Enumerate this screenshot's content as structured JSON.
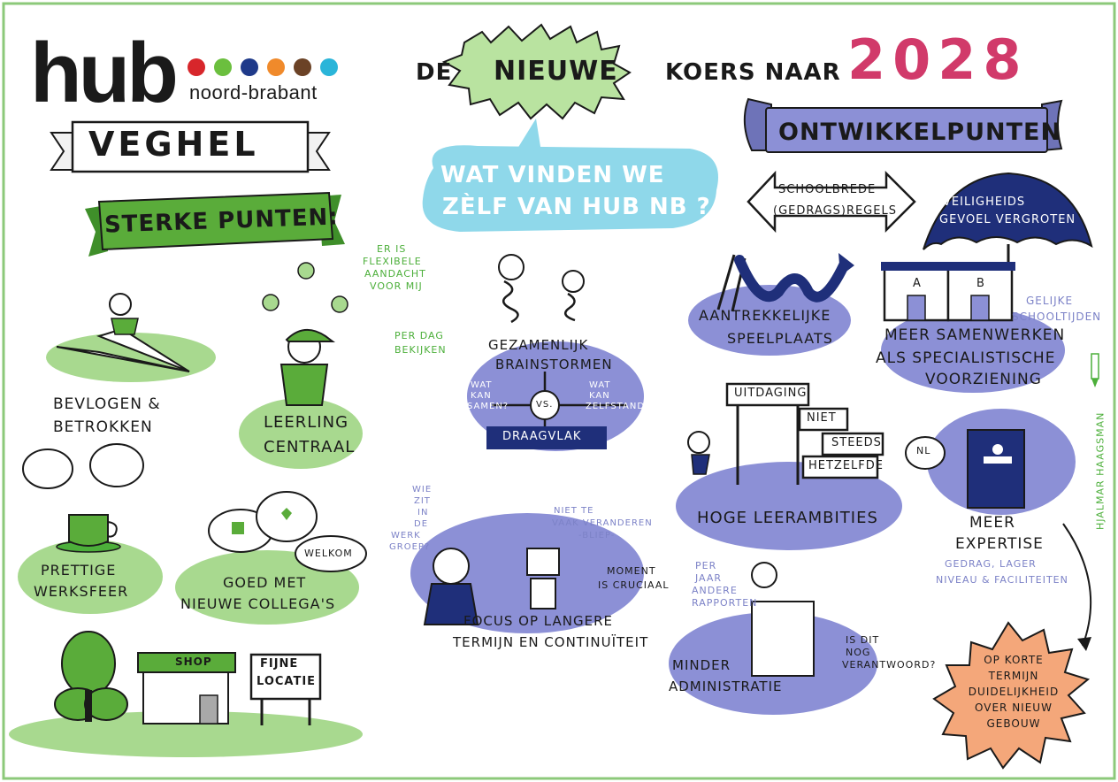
{
  "colors": {
    "frame_green": "#8cc97a",
    "accent_green": "#5aac3a",
    "purple_blob": "#8c90d6",
    "navy": "#1f2f7a",
    "light_blue": "#8fd8ea",
    "pink": "#d13a6a",
    "orange_star": "#f4a77a",
    "light_green_blob": "#a8d98f",
    "logo_dots": [
      "#d7262b",
      "#6bbf3e",
      "#1f3a8a",
      "#f08a2b",
      "#6b4226",
      "#2ab5d9"
    ]
  },
  "logo": {
    "word": "hub",
    "subtitle": "noord-brabant"
  },
  "header": {
    "de": "DE",
    "nieuwe": "NIEUWE",
    "koers_naar": "KOERS NAAR",
    "year": "2028"
  },
  "location_banner": "VEGHEL",
  "sterke_punten": {
    "title": "STERKE PUNTEN:",
    "items": {
      "bevlogen": [
        "BEVLOGEN &",
        "BETROKKEN"
      ],
      "flexibele": [
        "ER IS",
        "FLEXIBELE",
        "AANDACHT",
        "VOOR MIJ"
      ],
      "per_dag": [
        "PER DAG",
        "BEKIJKEN"
      ],
      "leerling": [
        "LEERLING",
        "CENTRAAL"
      ],
      "prettige": [
        "PRETTIGE",
        "WERKSFEER"
      ],
      "goed_met": [
        "GOED MET",
        "NIEUWE COLLEGA'S"
      ],
      "welkom": "WELKOM",
      "shop": "SHOP",
      "fijne_locatie": [
        "FIJNE",
        "LOCATIE"
      ]
    }
  },
  "center": {
    "question": [
      "WAT VINDEN WE",
      "ZÈLF VAN HUB NB ?"
    ],
    "brainstorm": [
      "GEZAMENLIJK",
      "BRAINSTORMEN"
    ],
    "wat_kan_samen": [
      "WAT",
      "KAN",
      "SAMEN?"
    ],
    "vs": "VS.",
    "wat_kan_zelfstandig": [
      "WAT",
      "KAN",
      "ZELFSTANDIG?"
    ],
    "draagvlak": "DRAAGVLAK",
    "wie_zit": [
      "WIE",
      "ZIT",
      "IN",
      "DE",
      "WERK",
      "GROEP?"
    ],
    "niet_te_vaak": [
      "NIET TE",
      "VAAK VERANDEREN",
      "-BLIEP-"
    ],
    "moment": [
      "MOMENT",
      "IS CRUCIAAL"
    ],
    "focus": [
      "FOCUS OP LANGERE",
      "TERMIJN EN CONTINUÏTEIT"
    ]
  },
  "ontwikkelpunten": {
    "title": "ONTWIKKELPUNTEN",
    "schoolbrede": [
      "SCHOOLBREDE",
      "(GEDRAGS)REGELS"
    ],
    "veiligheid": [
      "VEILIGHEIDS",
      "GEVOEL VERGROTEN"
    ],
    "aantrekkelijke": [
      "AANTREKKELIJKE",
      "SPEELPLAATS"
    ],
    "building_labels": [
      "A",
      "B"
    ],
    "gelijke": [
      "GELIJKE",
      "SCHOOLTIJDEN"
    ],
    "samenwerken": [
      "MEER SAMENWERKEN",
      "ALS SPECIALISTISCHE",
      "VOORZIENING"
    ],
    "signpost": [
      "UITDAGING",
      "NIET",
      "STEEDS",
      "HETZELFDE"
    ],
    "hoge": "HOGE LEERAMBITIES",
    "nl_bubble": "NL",
    "meer_expertise": [
      "MEER",
      "EXPERTISE"
    ],
    "gedrag": [
      "GEDRAG, LAGER",
      "NIVEAU & FACILITEITEN"
    ],
    "per_jaar": [
      "PER",
      "JAAR",
      "ANDERE",
      "RAPPORTEN"
    ],
    "is_dit": [
      "IS DIT",
      "NOG",
      "VERANTWOORD?"
    ],
    "minder": [
      "MINDER",
      "ADMINISTRATIE"
    ],
    "op_korte": [
      "OP KORTE",
      "TERMIJN",
      "DUIDELIJKHEID",
      "OVER NIEUW",
      "GEBOUW"
    ]
  },
  "artist_credit": "HJALMAR HAAGSMAN"
}
